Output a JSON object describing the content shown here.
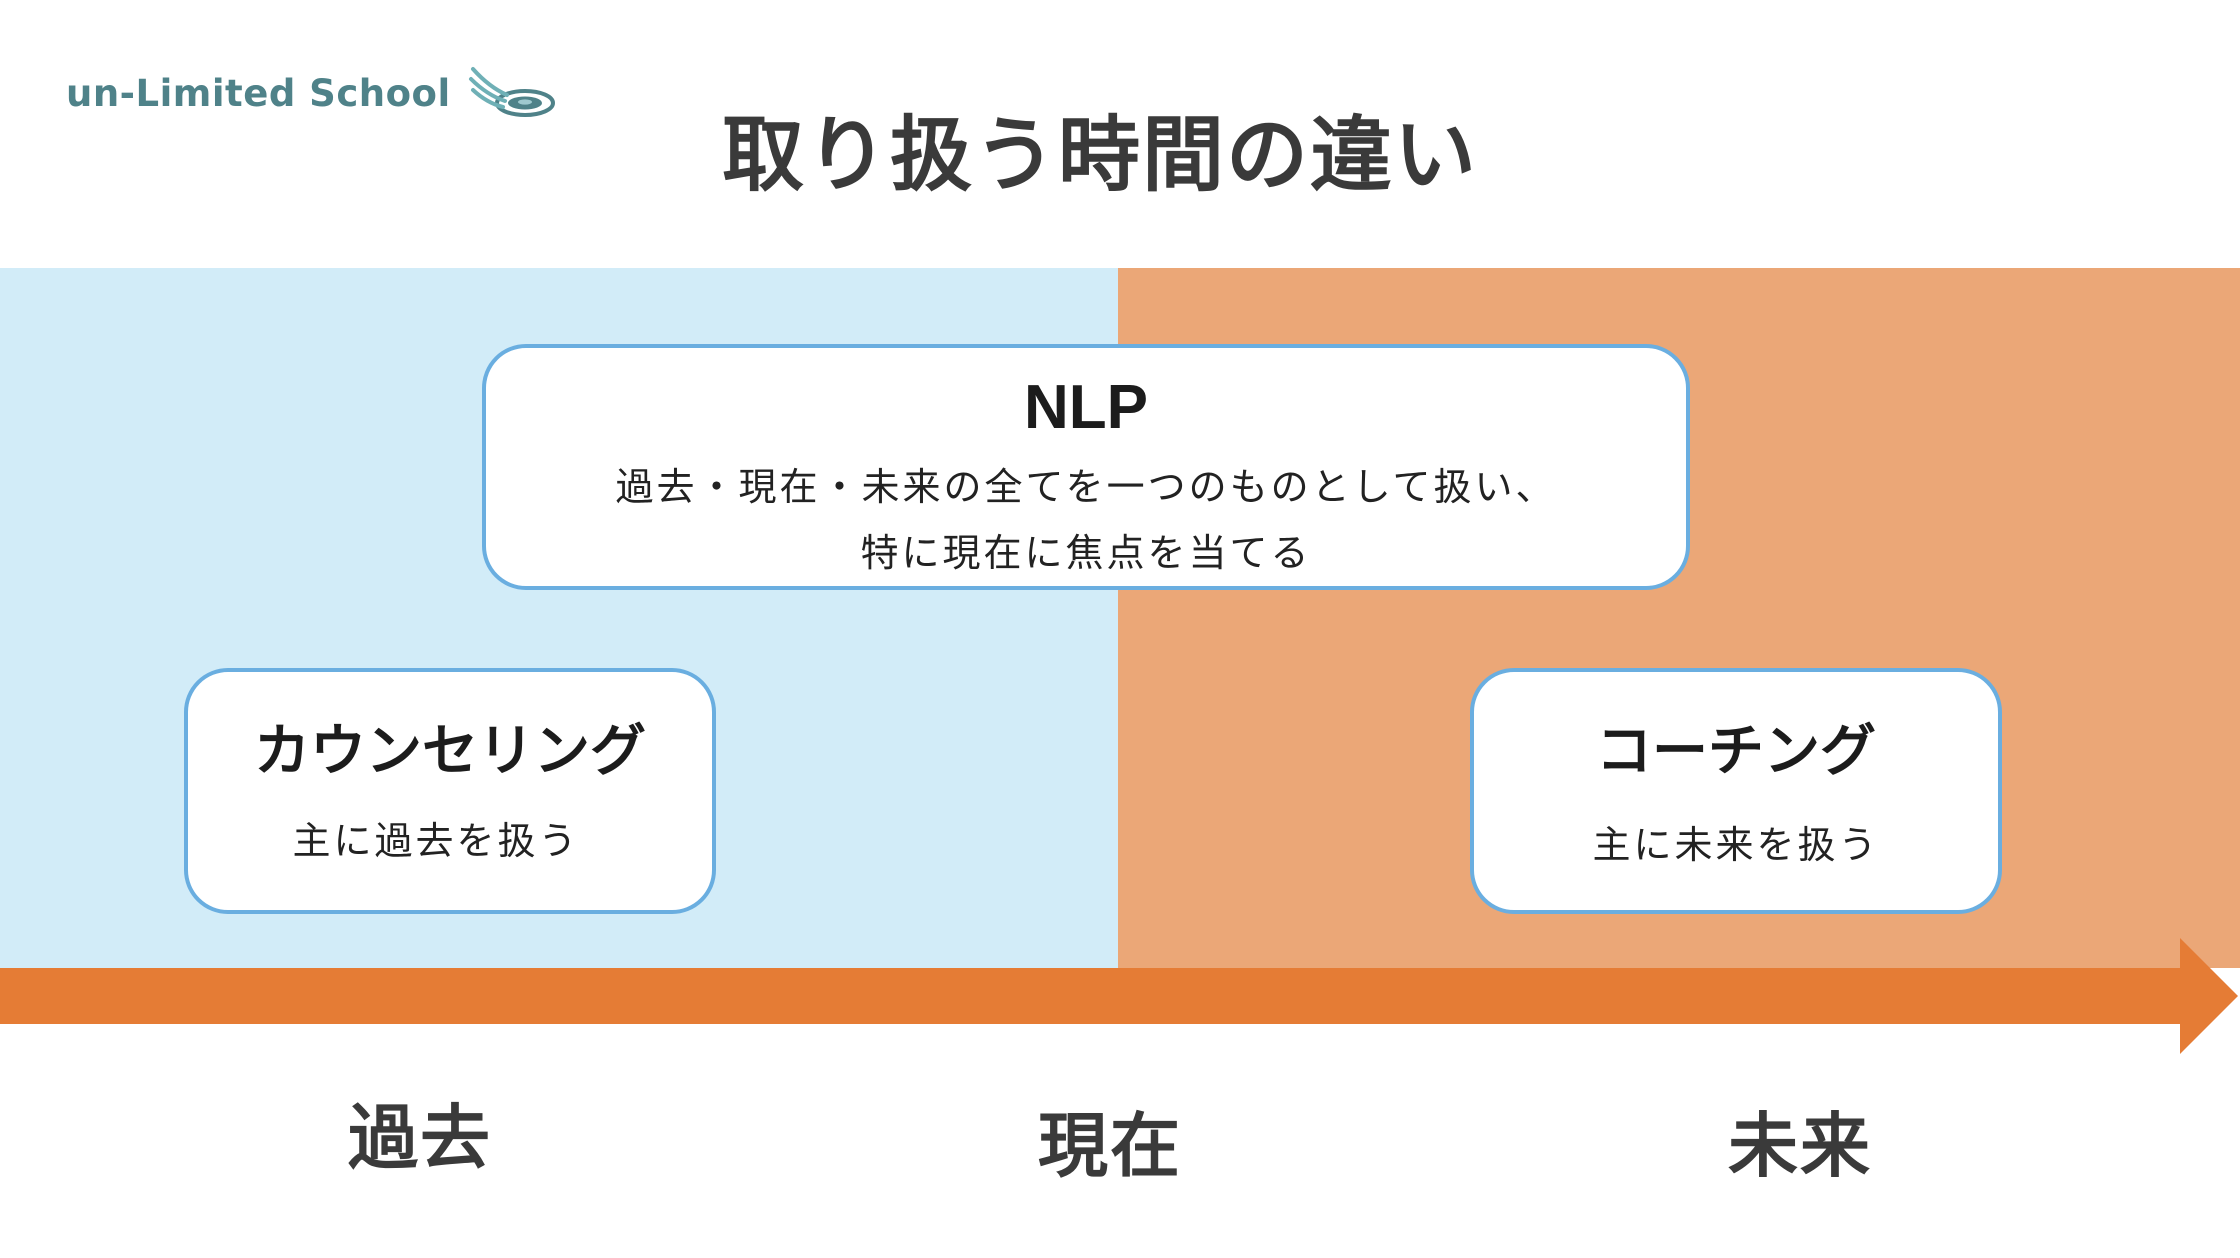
{
  "brand": {
    "logo_text": "un-Limited School"
  },
  "title": "取り扱う時間の違い",
  "colors": {
    "past_band": "#d2ecf8",
    "future_band": "#eba777",
    "arrow": "#e57c35",
    "box_border": "#6aaee0"
  },
  "nlp": {
    "title": "NLP",
    "line1": "過去・現在・未来の全てを一つのものとして扱い、",
    "line2": "特に現在に焦点を当てる"
  },
  "counseling": {
    "title": "カウンセリング",
    "body": "主に過去を扱う"
  },
  "coaching": {
    "title": "コーチング",
    "body": "主に未来を扱う"
  },
  "timeline": {
    "past": "過去",
    "present": "現在",
    "future": "未来"
  }
}
